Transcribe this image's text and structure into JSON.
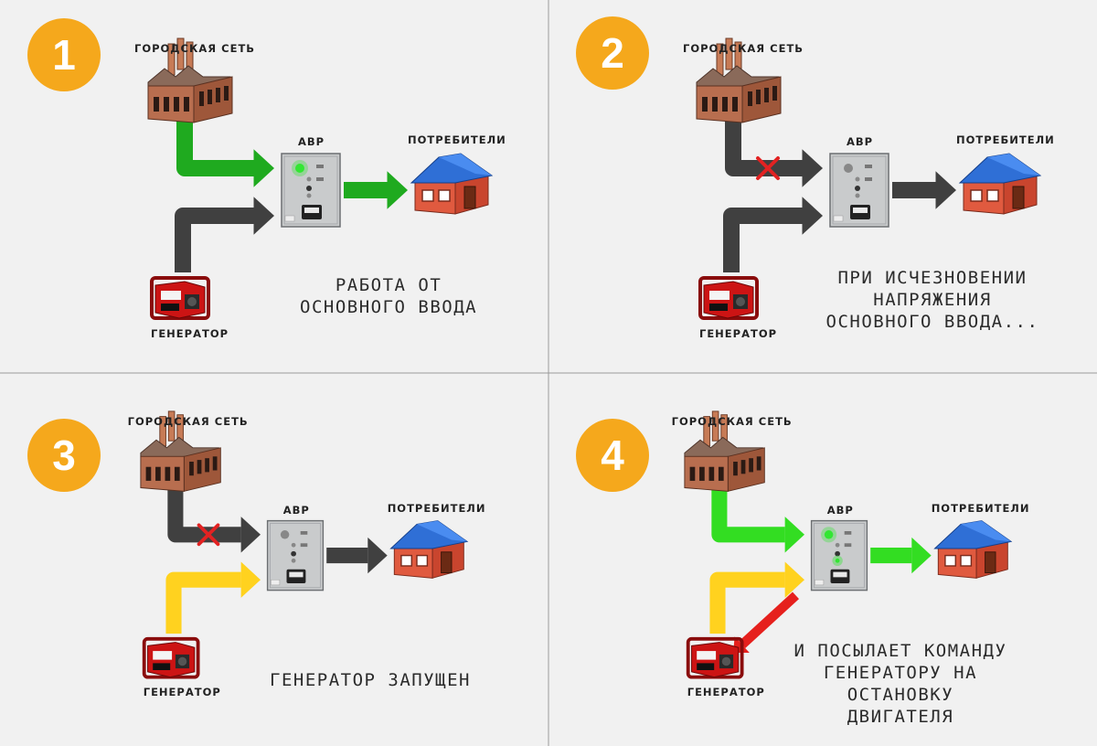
{
  "panels": [
    {
      "number": "1",
      "grid_label": "ГОРОДСКАЯ СЕТЬ",
      "avr_label": "АВР",
      "consumers_label": "ПОТРЕБИТЕЛИ",
      "generator_label": "ГЕНЕРАТОР",
      "caption": "РАБОТА ОТ\nОСНОВНОГО ВВОДА",
      "grid_arrow_color": "#1faa1f",
      "grid_arrow_cut": false,
      "gen_arrow_color": "#404040",
      "out_arrow_color": "#1faa1f",
      "command_arrow": false,
      "avr_lights": [
        "#33e633",
        "#888",
        "#888"
      ]
    },
    {
      "number": "2",
      "grid_label": "ГОРОДСКАЯ СЕТЬ",
      "avr_label": "АВР",
      "consumers_label": "ПОТРЕБИТЕЛИ",
      "generator_label": "ГЕНЕРАТОР",
      "caption": "ПРИ ИСЧЕЗНОВЕНИИ\nНАПРЯЖЕНИЯ\nОСНОВНОГО ВВОДА...",
      "grid_arrow_color": "#404040",
      "grid_arrow_cut": true,
      "gen_arrow_color": "#404040",
      "out_arrow_color": "#404040",
      "command_arrow": false,
      "avr_lights": [
        "#888",
        "#888",
        "#888"
      ]
    },
    {
      "number": "3",
      "grid_label": "ГОРОДСКАЯ СЕТЬ",
      "avr_label": "АВР",
      "consumers_label": "ПОТРЕБИТЕЛИ",
      "generator_label": "ГЕНЕРАТОР",
      "caption": "ГЕНЕРАТОР ЗАПУЩЕН",
      "grid_arrow_color": "#404040",
      "grid_arrow_cut": true,
      "gen_arrow_color": "#ffd21f",
      "out_arrow_color": "#404040",
      "command_arrow": false,
      "avr_lights": [
        "#888",
        "#888",
        "#888"
      ]
    },
    {
      "number": "4",
      "grid_label": "ГОРОДСКАЯ СЕТЬ",
      "avr_label": "АВР",
      "consumers_label": "ПОТРЕБИТЕЛИ",
      "generator_label": "ГЕНЕРАТОР",
      "caption": "И ПОСЫЛАЕТ КОМАНДУ\nГЕНЕРАТОРУ НА\nОСТАНОВКУ\nДВИГАТЕЛЯ",
      "grid_arrow_color": "#33dd22",
      "grid_arrow_cut": false,
      "gen_arrow_color": "#ffd21f",
      "out_arrow_color": "#33dd22",
      "command_arrow": true,
      "command_arrow_color": "#e6201d",
      "avr_lights": [
        "#33e633",
        "#888",
        "#33e633"
      ]
    }
  ],
  "colors": {
    "badge": "#f5a81c",
    "avr_box": "#c9cbcc",
    "house_wall": "#d9553c",
    "house_roof": "#2f6fd6",
    "factory_wall": "#b86e4f",
    "generator": "#cc1414",
    "cut_mark": "#e22222"
  },
  "icons": [
    "factory-icon",
    "avr-cabinet-icon",
    "house-icon",
    "generator-icon",
    "cross-icon"
  ]
}
